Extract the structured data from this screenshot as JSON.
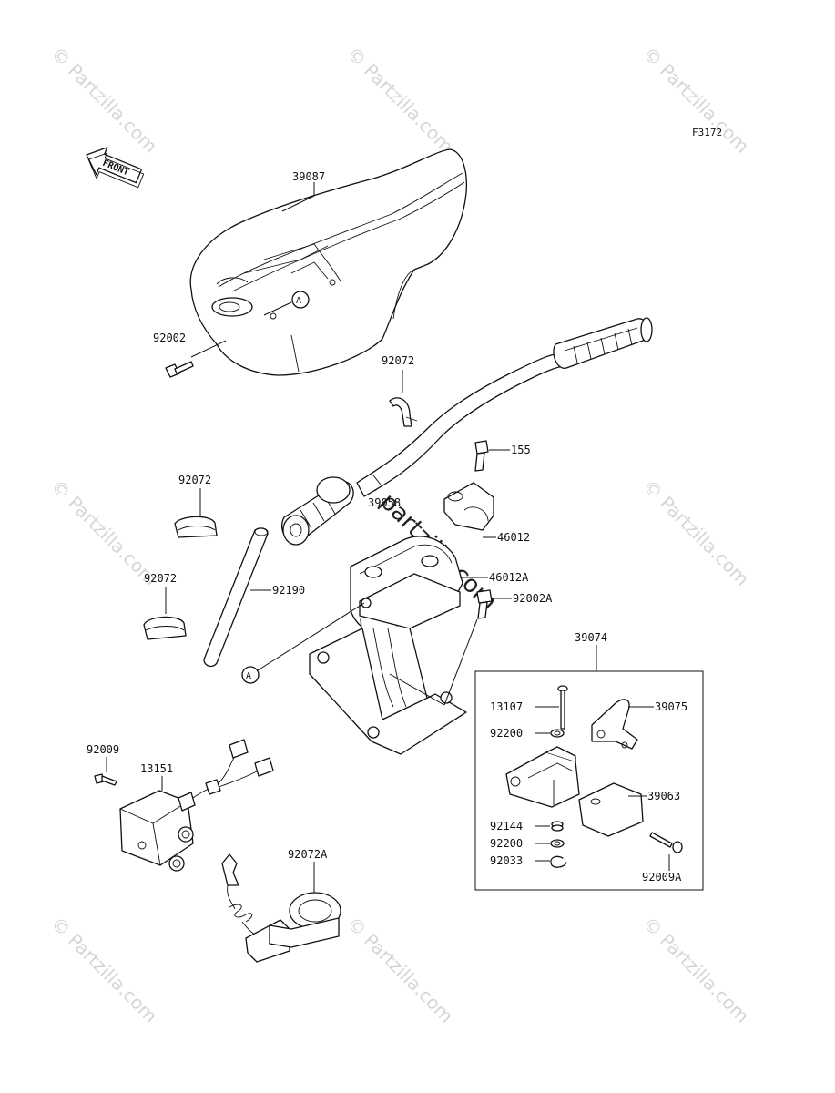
{
  "figure_code": "F3172",
  "front_label": "FRONT",
  "ref_marker": "A",
  "watermark": "© Partzilla.com",
  "center_watermark": "© partzilla.com",
  "parts": {
    "p39087": "39087",
    "p92002": "92002",
    "p92072_top": "92072",
    "p155": "155",
    "p39058": "39058",
    "p46012": "46012",
    "p46012A": "46012A",
    "p92002A": "92002A",
    "p92072_mid": "92072",
    "p92072_low": "92072",
    "p92190": "92190",
    "p39074": "39074",
    "p13107": "13107",
    "p39075": "39075",
    "p92200_a": "92200",
    "p39063": "39063",
    "p92144": "92144",
    "p92200_b": "92200",
    "p92033": "92033",
    "p92009A": "92009A",
    "p92009": "92009",
    "p13151": "13151",
    "p92072A": "92072A"
  }
}
